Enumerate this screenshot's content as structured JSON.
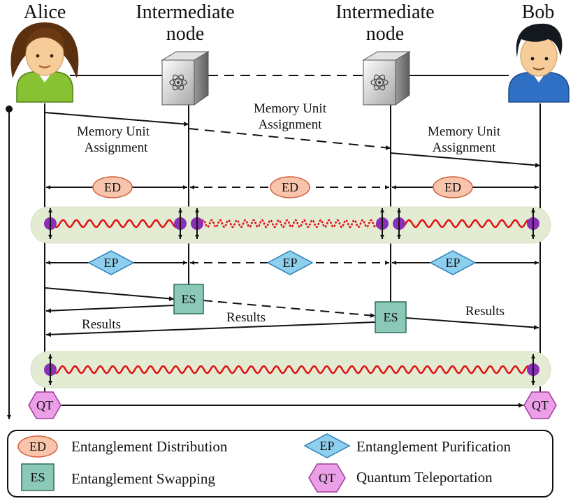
{
  "nodes": {
    "alice": "Alice",
    "inter1": [
      "Intermediate",
      "node"
    ],
    "inter2": [
      "Intermediate",
      "node"
    ],
    "bob": "Bob"
  },
  "messages": {
    "mua_left": [
      "Memory Unit",
      "Assignment"
    ],
    "mua_mid": [
      "Memory Unit",
      "Assignment"
    ],
    "mua_right": [
      "Memory Unit",
      "Assignment"
    ],
    "results_left": "Results",
    "results_mid": "Results",
    "results_right": "Results"
  },
  "tags": {
    "ed": "ED",
    "ep": "EP",
    "es": "ES",
    "qt": "QT"
  },
  "legend": {
    "ed_label": "Entanglement Distribution",
    "ep_label": "Entanglement Purification",
    "es_label": "Entanglement Swapping",
    "qt_label": "Quantum Teleportation"
  },
  "colors": {
    "ed_fill": "#f9c4ac",
    "ep_fill": "#8fcfee",
    "es_fill": "#8cc8b8",
    "qt_fill": "#ea9fe6",
    "band": "#e3ecd3",
    "wave": "#e01010",
    "qubit": "#8a2fb6"
  },
  "icons": [
    "user-female-icon",
    "server-node-icon",
    "user-male-icon"
  ]
}
